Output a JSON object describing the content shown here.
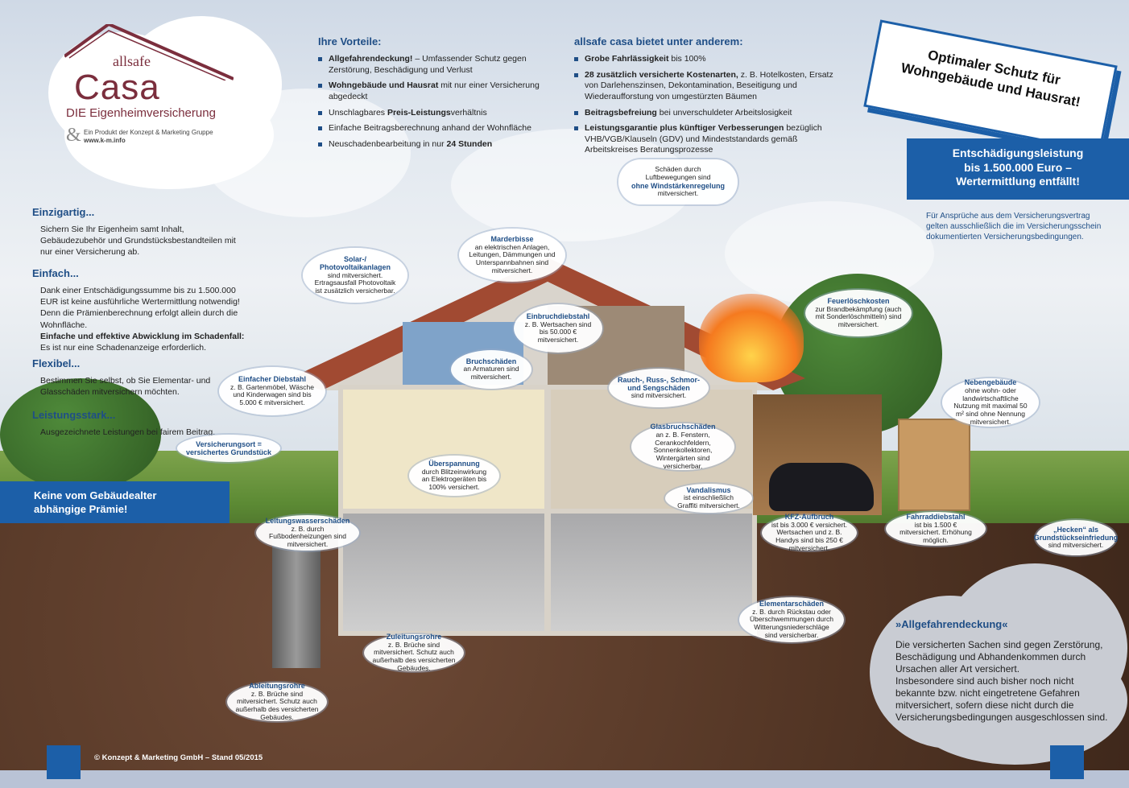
{
  "logo": {
    "brand_small": "allsafe",
    "brand_big": "Casa",
    "subtitle": "DIE Eigenheimversicherung",
    "amp": "&",
    "product_line": "Ein Produkt der Konzept & Marketing Gruppe",
    "website": "www.k-m.info"
  },
  "vorteile": {
    "heading": "Ihre Vorteile:",
    "items": [
      {
        "bold": "Allgefahrendeckung!",
        "rest": " – Umfassender Schutz gegen Zerstörung, Beschädigung und Verlust"
      },
      {
        "bold": "Wohngebäude und Hausrat",
        "rest": " mit nur einer Versicherung abgedeckt"
      },
      {
        "bold": "",
        "rest": "Unschlagbares ",
        "bold2": "Preis-Leistungs",
        "rest2": "verhältnis"
      },
      {
        "bold": "",
        "rest": "Einfache Beitragsberechnung anhand der Wohnfläche"
      },
      {
        "bold": "",
        "rest": "Neuschadenbearbeitung in nur ",
        "bold2": "24 Stunden",
        "rest2": ""
      }
    ]
  },
  "bietet": {
    "heading": "allsafe casa bietet unter anderem:",
    "items": [
      {
        "bold": "Grobe Fahrlässigkeit",
        "rest": " bis 100%"
      },
      {
        "bold": "28 zusätzlich versicherte Kostenarten,",
        "rest": " z. B. Hotelkosten, Ersatz von Darlehenszinsen, Dekontamination, Beseitigung und Wiederaufforstung von umgestürzten Bäumen"
      },
      {
        "bold": "Beitragsbefreiung",
        "rest": " bei unverschuldeter Arbeitslosigkeit"
      },
      {
        "bold": "Leistungsgarantie plus künftiger Verbesserungen",
        "rest": " bezüglich VHB/VGB/Klauseln (GDV) und Mindeststandards gemäß Arbeitskreises Beratungsprozesse"
      }
    ]
  },
  "banner": {
    "line1": "Optimaler Schutz für",
    "line2": "Wohngebäude und Hausrat!"
  },
  "entschaedigung": {
    "line1": "Entschädigungsleistung",
    "line2": "bis 1.500.000 Euro –",
    "line3": "Wertermittlung entfällt!"
  },
  "note": "Für Ansprüche aus dem Versicherungsvertrag gelten ausschließlich die im Versicherungsschein dokumentierten Versicherungsbedingungen.",
  "left": {
    "einzigartig": {
      "title": "Einzigartig...",
      "text": "Sichern Sie Ihr Eigenheim samt Inhalt, Gebäudezubehör und Grundstücksbestandteilen mit nur einer Versicherung ab."
    },
    "einfach": {
      "title": "Einfach...",
      "text1": "Dank einer Entschädigungssumme bis zu 1.500.000 EUR ist keine ausführliche Wertermittlung notwendig! Denn die Prämienberechnung erfolgt allein durch die Wohnfläche.",
      "text2": "Einfache und effektive Abwicklung im Schadenfall:",
      "text3": "Es ist nur eine Schadenanzeige erforderlich."
    },
    "flexibel": {
      "title": "Flexibel...",
      "text": "Bestimmen Sie selbst, ob Sie Elementar- und Glasschäden mitversichern möchten."
    },
    "leistungsstark": {
      "title": "Leistungsstark...",
      "text": "Ausgezeichnete Leistungen bei fairem Beitrag."
    }
  },
  "keine_praemie": {
    "line1": "Keine vom Gebäudealter",
    "line2": "abhängige Prämie!"
  },
  "bubbles": {
    "wind": {
      "t1": "Schäden durch",
      "t2": "Luftbewegungen sind",
      "bold": "ohne Windstärkenregelung",
      "t3": "mitversichert."
    },
    "marder": {
      "title": "Marderbisse",
      "text": "an elektrischen Anlagen, Leitungen, Dämmungen und Unterspannbahnen sind mitversichert."
    },
    "solar": {
      "title": "Solar-/ Photovoltaikanlagen",
      "text": "sind mitversichert. Ertragsausfall Photovoltaik ist zusätzlich versicherbar."
    },
    "einbruch": {
      "title": "Einbruchdiebstahl",
      "text": "z. B. Wertsachen sind bis 50.000 € mitversichert."
    },
    "bruch": {
      "title": "Bruchschäden",
      "text": "an Armaturen sind mitversichert."
    },
    "feuer": {
      "title": "Feuerlöschkosten",
      "text": "zur Brandbekämpfung (auch mit Sonderlöschmitteln) sind mitversichert."
    },
    "rauch": {
      "title": "Rauch-, Russ-, Schmor- und Sengschäden",
      "text": "sind mitversichert."
    },
    "diebstahl": {
      "title": "Einfacher Diebstahl",
      "text": "z. B. Gartenmöbel, Wäsche und Kinderwagen sind bis 5.000 € mitversichert."
    },
    "glas": {
      "title": "Glasbruchschäden",
      "text": "an z. B. Fenstern, Cerankochfeldern, Sonnenkollektoren, Wintergärten sind versicherbar."
    },
    "neben": {
      "title": "Nebengebäude",
      "text": "ohne wohn- oder landwirtschaftliche Nutzung mit maximal 50 m² sind ohne Nennung mitversichert."
    },
    "ort": {
      "title": "Versicherungsort = versichertes Grundstück",
      "text": ""
    },
    "ueber": {
      "title": "Überspannung",
      "text": "durch Blitzeinwirkung an Elektrogeräten bis 100% versichert."
    },
    "vandal": {
      "title": "Vandalismus",
      "text": "ist einschließlich Graffiti mitversichert."
    },
    "leitung": {
      "title": "Leitungswasserschäden",
      "text": "z. B. durch Fußbodenheizungen sind mitversichert."
    },
    "kfz": {
      "title": "KFZ-Aufbruch",
      "text": "ist bis 3.000 € versichert. Wertsachen und z. B. Handys sind bis 250 € mitversichert."
    },
    "fahrrad": {
      "title": "Fahrraddiebstahl",
      "text": "ist bis 1.500 € mitversichert. Erhöhung möglich."
    },
    "hecken": {
      "title": "„Hecken“ als Grundstückseinfriedung",
      "text": "sind mitversichert."
    },
    "element": {
      "title": "Elementarschäden",
      "text": "z. B. durch Rückstau oder Überschwemmungen durch Witterungsniederschläge sind versicherbar."
    },
    "zuleitung": {
      "title": "Zuleitungsrohre",
      "text": "z. B. Brüche sind mitversichert. Schutz auch außerhalb des versicherten Gebäudes."
    },
    "ableitung": {
      "title": "Ableitungsrohre",
      "text": "z. B. Brüche sind mitversichert. Schutz auch außerhalb des versicherten Gebäudes."
    }
  },
  "allgefahren": {
    "title": "»Allgefahrendeckung«",
    "text1": "Die versicherten Sachen sind gegen Zerstörung, Beschädigung und Abhandenkommen durch Ursachen aller Art versichert.",
    "text2": "Insbesondere sind auch bisher noch nicht bekannte bzw. nicht eingetretene Gefahren mitversichert, sofern diese nicht durch die Versicherungsbedingungen ausgeschlossen sind."
  },
  "footer": {
    "copyright": "© Konzept & Marketing GmbH – Stand 05/2015"
  },
  "colors": {
    "brand_blue": "#1c5fa8",
    "brand_red": "#7b2e3d"
  }
}
